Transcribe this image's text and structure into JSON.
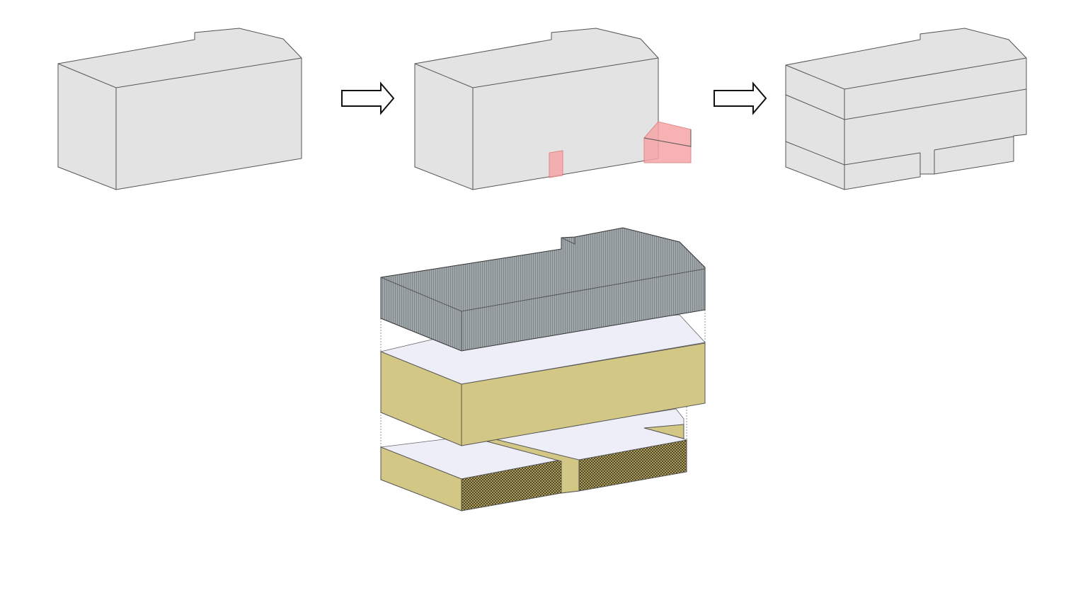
{
  "diagram": {
    "steps": [
      "original-volume",
      "subtractions-highlighted",
      "resulting-massing"
    ],
    "exploded_layers": [
      "roof-layer",
      "upper-floor-layer",
      "ground-floor-layer"
    ],
    "colors": {
      "massing": "#e3e3e3",
      "subtraction": "#f6a6a6",
      "roof": "#9aa1a6",
      "cladding": "#d3c785",
      "floor_plate": "#eeeef9"
    }
  }
}
